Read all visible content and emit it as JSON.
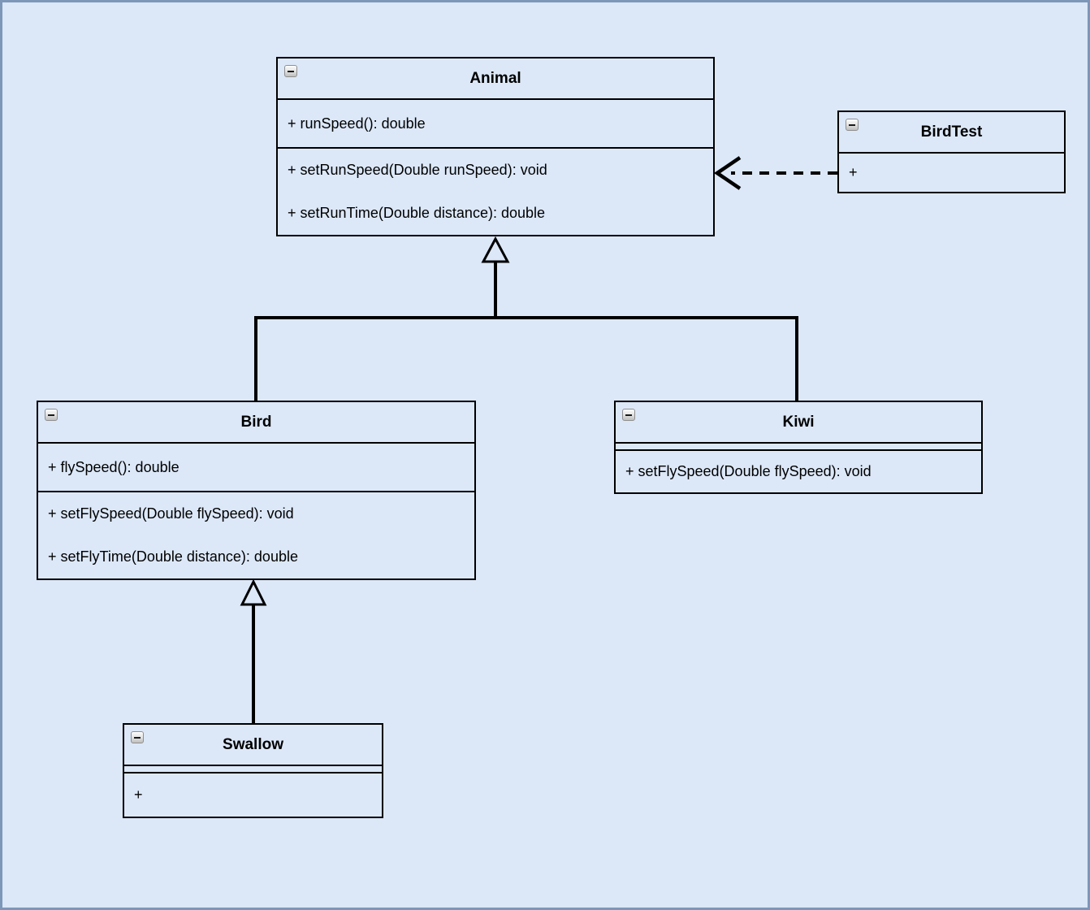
{
  "canvas": {
    "background": "#dce8f8",
    "border_color": "#7d97b8",
    "box_border_color": "#000000",
    "text_color": "#000000"
  },
  "classes": {
    "animal": {
      "name": "Animal",
      "fields": [
        "+ runSpeed(): double"
      ],
      "methods": [
        "+ setRunSpeed(Double runSpeed): void",
        "+ setRunTime(Double distance): double"
      ]
    },
    "birdtest": {
      "name": "BirdTest",
      "fields": [],
      "methods": [
        "+"
      ]
    },
    "bird": {
      "name": "Bird",
      "fields": [
        "+ flySpeed(): double"
      ],
      "methods": [
        "+ setFlySpeed(Double flySpeed): void",
        "+ setFlyTime(Double distance): double"
      ]
    },
    "kiwi": {
      "name": "Kiwi",
      "fields": [],
      "methods": [
        "+ setFlySpeed(Double flySpeed): void"
      ]
    },
    "swallow": {
      "name": "Swallow",
      "fields": [],
      "methods": [
        "+"
      ]
    }
  },
  "relationships": [
    {
      "type": "generalization",
      "from": "Bird",
      "to": "Animal",
      "arrow": "hollow-triangle"
    },
    {
      "type": "generalization",
      "from": "Kiwi",
      "to": "Animal",
      "arrow": "hollow-triangle"
    },
    {
      "type": "generalization",
      "from": "Swallow",
      "to": "Bird",
      "arrow": "hollow-triangle"
    },
    {
      "type": "dependency",
      "from": "BirdTest",
      "to": "Animal",
      "arrow": "open",
      "line": "dashed"
    }
  ],
  "icons": {
    "collapse": "minus-box"
  }
}
